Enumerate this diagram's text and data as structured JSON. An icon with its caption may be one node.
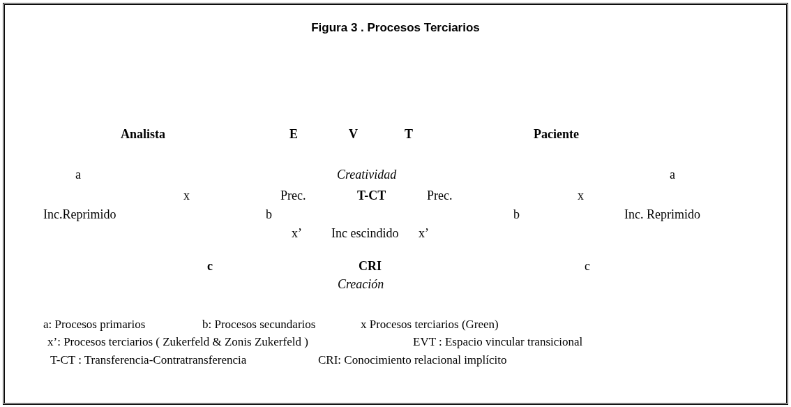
{
  "diagram": {
    "title": "Figura 3 . Procesos Terciarios",
    "labels": [
      "Analista",
      "E",
      "V",
      "T",
      "Paciente",
      "a",
      "Creatividad",
      "a",
      "x",
      "Prec.",
      "T-CT",
      "Prec.",
      "x",
      "Inc.Reprimido",
      "b",
      "b",
      "Inc. Reprimido",
      "x’",
      "Inc escindido",
      "x’",
      "c",
      "CRI",
      "c",
      "Creación",
      "a: Procesos primarios",
      "b: Procesos secundarios",
      "x Procesos terciarios (Green)",
      "x’: Procesos terciarios ( Zukerfeld & Zonis Zukerfeld )",
      "EVT : Espacio vincular transicional",
      "T-CT : Transferencia-Contratransferencia",
      "CRI: Conocimiento relacional implícito"
    ]
  }
}
